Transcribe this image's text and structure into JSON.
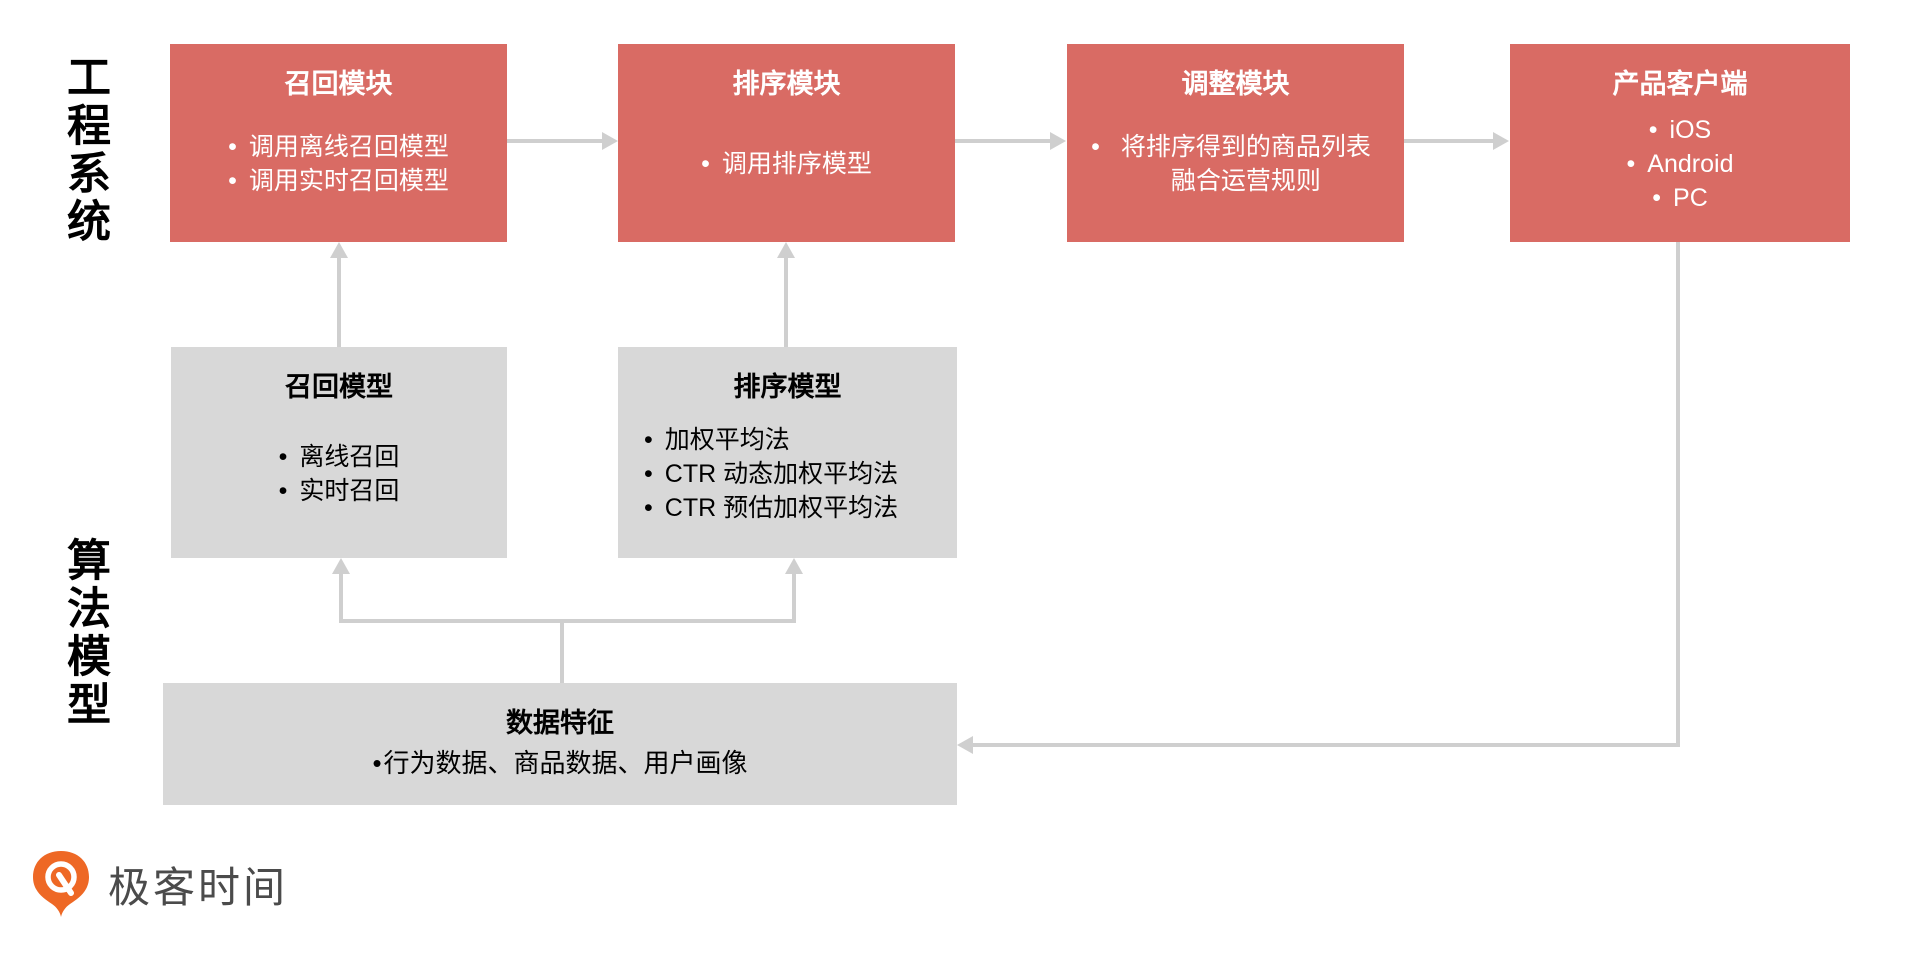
{
  "bullet_char": "•",
  "side_labels": {
    "engineering_system": "工程系统",
    "algorithm_model": "算法模型"
  },
  "modules": [
    {
      "title": "召回模块",
      "items": [
        "调用离线召回模型",
        "调用实时召回模型"
      ]
    },
    {
      "title": "排序模块",
      "items": [
        "调用排序模型"
      ]
    },
    {
      "title": "调整模块",
      "items": [
        "将排序得到的商品列表融合运营规则"
      ]
    },
    {
      "title": "产品客户端",
      "items": [
        "iOS",
        "Android",
        "PC"
      ]
    }
  ],
  "models": [
    {
      "title": "召回模型",
      "items": [
        "离线召回",
        "实时召回"
      ]
    },
    {
      "title": "排序模型",
      "items": [
        "加权平均法",
        "CTR 动态加权平均法",
        "CTR 预估加权平均法"
      ]
    }
  ],
  "data_features": {
    "title": "数据特征",
    "items": [
      "行为数据、商品数据、用户画像"
    ]
  },
  "logo": {
    "text": "极客时间"
  },
  "colors": {
    "module_red": "#D96B64",
    "model_gray": "#D8D8D8",
    "connector": "#CFCFCF",
    "logo_orange": "#EE6825",
    "logo_text": "#4B4B4B",
    "label_black": "#000000"
  }
}
